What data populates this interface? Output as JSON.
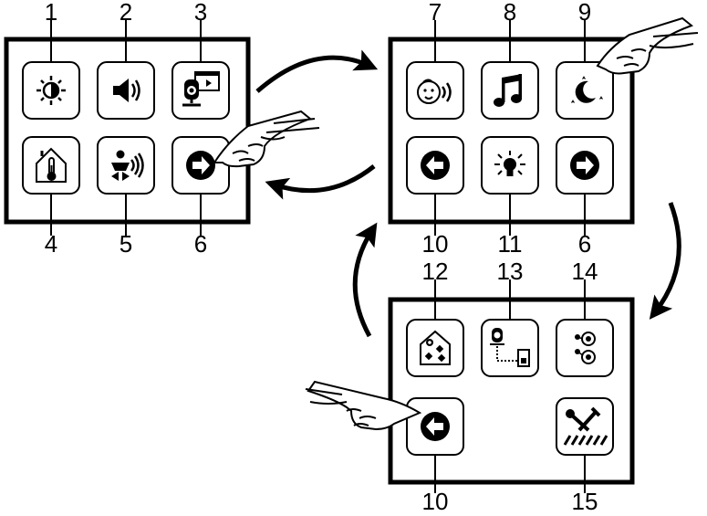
{
  "screens": [
    {
      "id": "main-menu",
      "buttons": [
        {
          "number": "1",
          "icon": "brightness-icon"
        },
        {
          "number": "2",
          "icon": "volume-icon"
        },
        {
          "number": "3",
          "icon": "camera-screen-icon"
        },
        {
          "number": "4",
          "icon": "temperature-icon"
        },
        {
          "number": "5",
          "icon": "baby-sound-icon"
        },
        {
          "number": "6",
          "icon": "next-arrow-icon"
        }
      ]
    },
    {
      "id": "second-menu",
      "buttons": [
        {
          "number": "7",
          "icon": "talk-back-icon"
        },
        {
          "number": "8",
          "icon": "music-note-icon"
        },
        {
          "number": "9",
          "icon": "night-light-icon"
        },
        {
          "number": "10",
          "icon": "back-arrow-icon"
        },
        {
          "number": "11",
          "icon": "light-bulb-icon"
        },
        {
          "number": "6",
          "icon": "next-arrow-icon"
        }
      ]
    },
    {
      "id": "third-menu",
      "buttons": [
        {
          "number": "12",
          "icon": "room-camera-icon"
        },
        {
          "number": "13",
          "icon": "camera-pairing-icon"
        },
        {
          "number": "14",
          "icon": "camera-switch-icon"
        },
        {
          "number": "10",
          "icon": "back-arrow-icon"
        },
        {
          "number": "15",
          "icon": "settings-tools-icon"
        }
      ]
    }
  ]
}
